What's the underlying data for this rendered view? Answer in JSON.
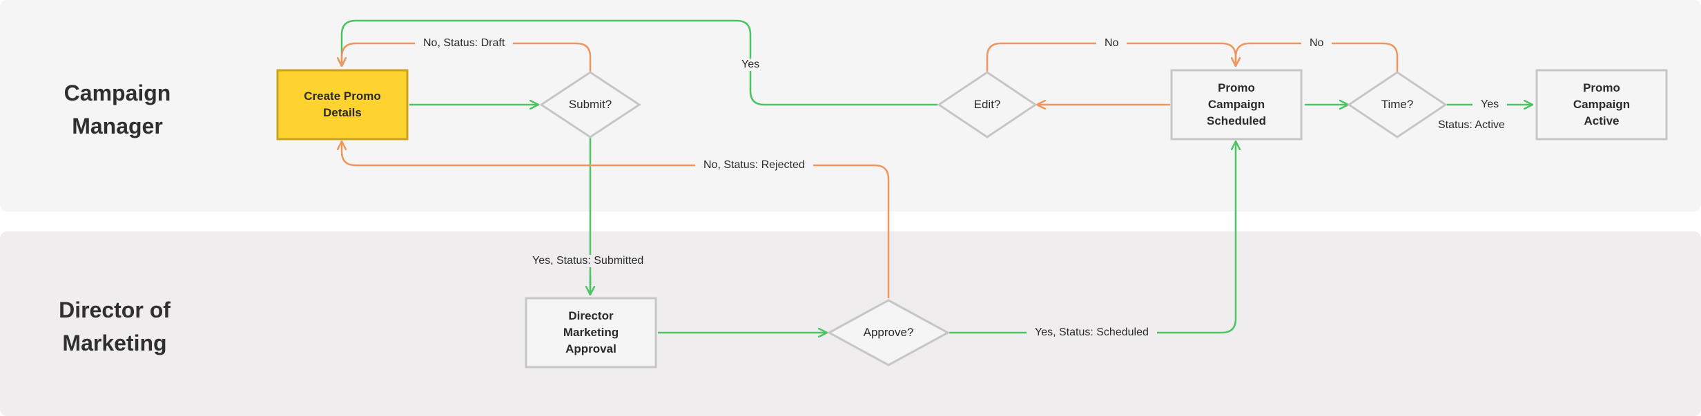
{
  "lanes": [
    {
      "title": "Campaign\nManager"
    },
    {
      "title": "Director of\nMarketing"
    }
  ],
  "nodes": {
    "create_promo": "Create Promo\nDetails",
    "submit": "Submit?",
    "director_approval": "Director\nMarketing\nApproval",
    "approve": "Approve?",
    "edit": "Edit?",
    "scheduled": "Promo\nCampaign\nScheduled",
    "time": "Time?",
    "active": "Promo\nCampaign\nActive"
  },
  "edge_labels": {
    "no_draft": "No, Status: Draft",
    "yes_submitted": "Yes, Status: Submitted",
    "no_rejected": "No, Status: Rejected",
    "yes_scheduled": "Yes, Status: Scheduled",
    "yes_edit": "Yes",
    "no_edit": "No",
    "no_time": "No",
    "yes_time": "Yes",
    "status_active": "Status: Active"
  },
  "colors": {
    "yes_edge": "#4cc463",
    "no_edge": "#f0955e",
    "highlight_fill": "#fed330",
    "highlight_stroke": "#c9a21c",
    "node_stroke": "#c6c6c6"
  }
}
